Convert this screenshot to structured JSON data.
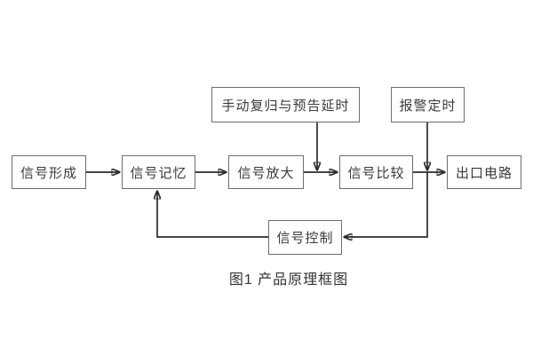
{
  "diagram": {
    "nodes": {
      "signal_forming": {
        "label": "信号形成"
      },
      "signal_memory": {
        "label": "信号记忆"
      },
      "signal_amplify": {
        "label": "信号放大"
      },
      "signal_compare": {
        "label": "信号比较"
      },
      "output_circuit": {
        "label": "出口电路"
      },
      "manual_reset_delay": {
        "label": "手动复归与预告延时"
      },
      "alarm_timing": {
        "label": "报警定时"
      },
      "signal_control": {
        "label": "信号控制"
      }
    },
    "caption": "图1 产品原理框图",
    "colors": {
      "background": "#ffffff",
      "box_border": "#6e6e6e",
      "connector": "#2b2b2b",
      "text": "#3a3a3a"
    }
  }
}
